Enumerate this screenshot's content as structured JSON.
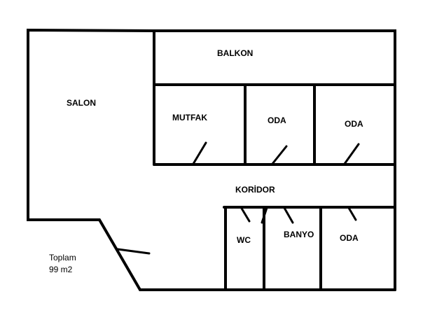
{
  "rooms": {
    "salon": "SALON",
    "balkon": "BALKON",
    "mutfak": "MUTFAK",
    "oda1": "ODA",
    "oda2": "ODA",
    "koridor": "KORİDOR",
    "wc": "WC",
    "banyo": "BANYO",
    "oda3": "ODA"
  },
  "total": {
    "label": "Toplam",
    "area": "99 m2"
  },
  "colors": {
    "line": "#000000",
    "background": "#ffffff"
  }
}
